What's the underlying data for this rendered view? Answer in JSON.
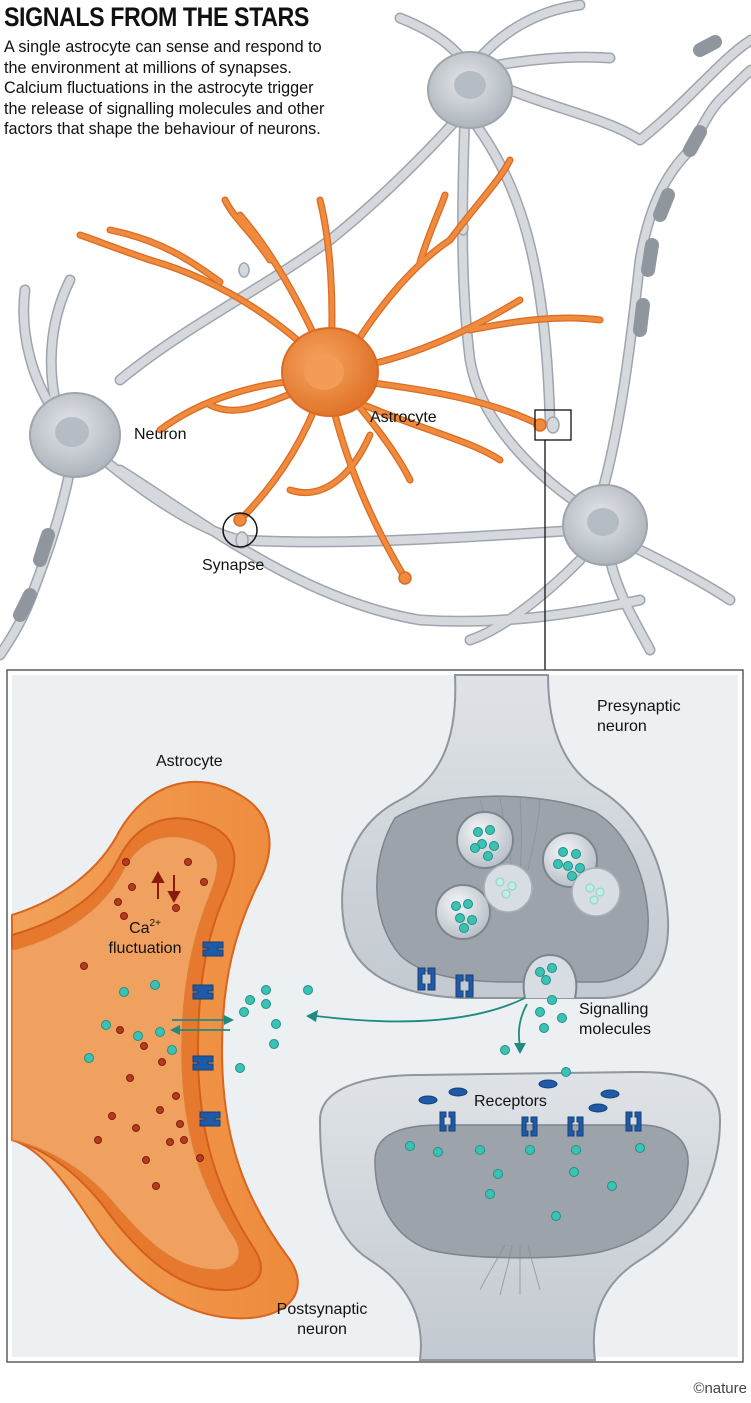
{
  "title": "SIGNALS FROM THE STARS",
  "intro": "A single astrocyte can sense and respond to the environment at millions of synapses. Calcium fluctuations in the astrocyte trigger the release of signalling molecules and other factors that shape the behaviour of neurons.",
  "labels": {
    "neuron": "Neuron",
    "astrocyte_top": "Astrocyte",
    "synapse": "Synapse",
    "astrocyte_detail": "Astrocyte",
    "presynaptic_line1": "Presynaptic",
    "presynaptic_line2": "neuron",
    "ca_base": "Ca",
    "ca_charge": "2+",
    "fluctuation": "fluctuation",
    "signalling_line1": "Signalling",
    "signalling_line2": "molecules",
    "receptors": "Receptors",
    "postsynaptic_line1": "Postsynaptic",
    "postsynaptic_line2": "neuron"
  },
  "credit": "©nature",
  "colors": {
    "astrocyte_orange": "#f08a3c",
    "neuron_gray": "#c9cdd3",
    "molecule_teal": "#3cc2b4",
    "receptor_blue": "#1f5aa6",
    "calcium_red": "#b8391c",
    "panel_bg": "#edf0f3"
  }
}
